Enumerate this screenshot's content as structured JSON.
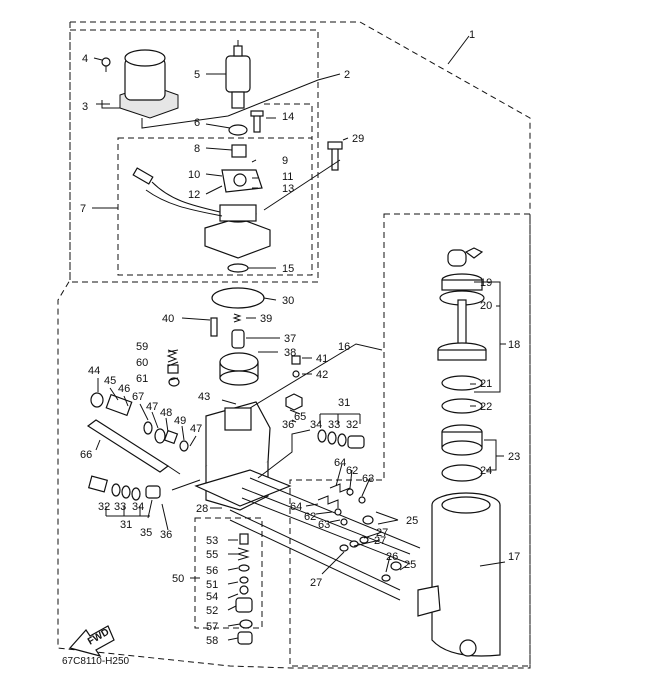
{
  "diagram_code": "67C8110-H250",
  "fwd_label": "FWD",
  "callouts": {
    "c1": "1",
    "c2": "2",
    "c3": "3",
    "c4": "4",
    "c5": "5",
    "c6": "6",
    "c7": "7",
    "c8": "8",
    "c9": "9",
    "c10": "10",
    "c11": "11",
    "c12": "12",
    "c13": "13",
    "c14": "14",
    "c15": "15",
    "c16": "16",
    "c17": "17",
    "c18": "18",
    "c19": "19",
    "c20": "20",
    "c21": "21",
    "c22": "22",
    "c23": "23",
    "c24": "24",
    "c25a": "25",
    "c25b": "25",
    "c26": "26",
    "c27a": "27",
    "c27b": "27",
    "c27c": "27",
    "c28": "28",
    "c29": "29",
    "c30": "30",
    "c31a": "31",
    "c31b": "31",
    "c32a": "32",
    "c32b": "32",
    "c33a": "33",
    "c33b": "33",
    "c34a": "34",
    "c34b": "34",
    "c35": "35",
    "c36a": "36",
    "c36b": "36",
    "c37": "37",
    "c38": "38",
    "c39": "39",
    "c40": "40",
    "c41": "41",
    "c42": "42",
    "c43": "43",
    "c44": "44",
    "c45": "45",
    "c46": "46",
    "c47a": "47",
    "c47b": "47",
    "c48": "48",
    "c49": "49",
    "c50": "50",
    "c51": "51",
    "c52": "52",
    "c53": "53",
    "c54": "54",
    "c55": "55",
    "c56": "56",
    "c57": "57",
    "c58": "58",
    "c59": "59",
    "c60": "60",
    "c61": "61",
    "c62a": "62",
    "c62b": "62",
    "c63a": "63",
    "c63b": "63",
    "c64a": "64",
    "c64b": "64",
    "c65": "65",
    "c66": "66",
    "c67": "67"
  }
}
